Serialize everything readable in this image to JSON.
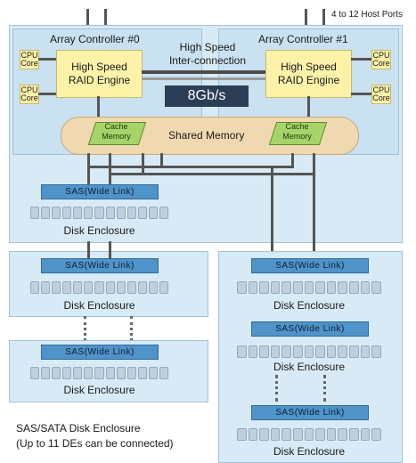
{
  "host_ports_label": "4 to 12 Host Ports",
  "controller_0": {
    "title": "Array Controller #0",
    "raid": [
      "High Speed",
      "RAID Engine"
    ],
    "cpu": [
      "CPU",
      "Core"
    ]
  },
  "controller_1": {
    "title": "Array Controller #1",
    "raid": [
      "High Speed",
      "RAID Engine"
    ],
    "cpu": [
      "CPU",
      "Core"
    ]
  },
  "interconnect": {
    "title_line1": "High Speed",
    "title_line2": "Inter-connection",
    "speed": "8Gb/s"
  },
  "shared_memory": {
    "label": "Shared Memory",
    "cache": [
      "Cache",
      "Memory"
    ]
  },
  "sas_label": "SAS(Wide Link)",
  "enclosure_label": "Disk Enclosure",
  "footer": {
    "line1": "SAS/SATA Disk Enclosure",
    "line2": "(Up to 11 DEs can be connected)"
  },
  "colors": {
    "panel": "#d8eaf5",
    "raid": "#fdf2a8",
    "sas": "#4f93c9",
    "interconnect": "#2b3e55",
    "shared_memory": "#f0d9b0",
    "cache": "#a6d46a"
  }
}
